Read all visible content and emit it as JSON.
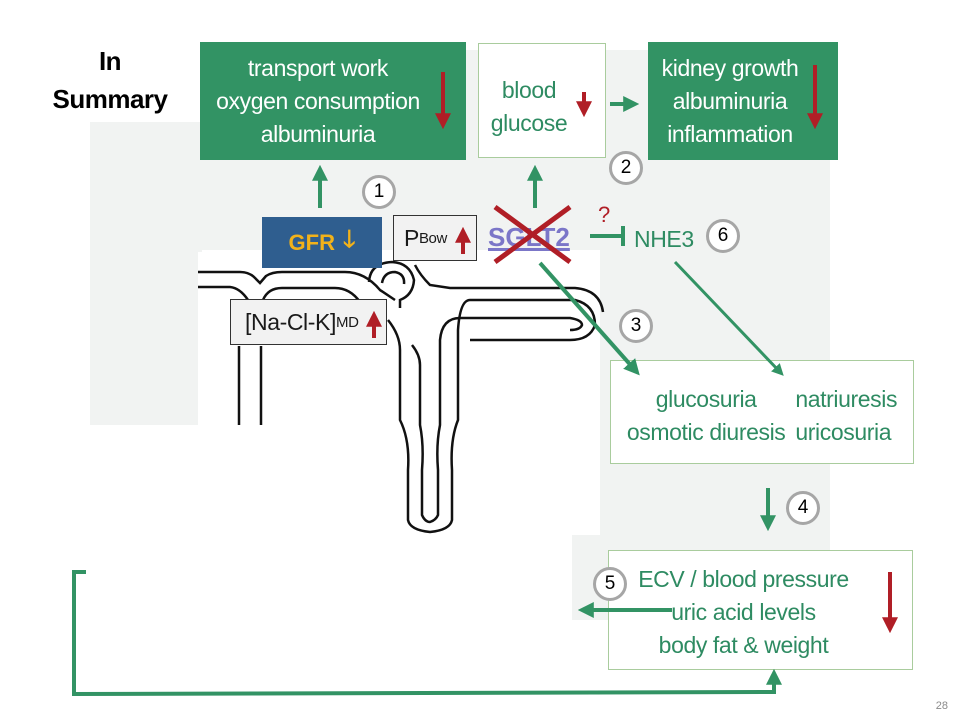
{
  "slide": {
    "title_line1": "In",
    "title_line2": "Summary",
    "page_number": "28"
  },
  "boxes": {
    "renal_effects": {
      "lines": [
        "transport work",
        "oxygen consumption",
        "albuminuria"
      ],
      "direction": "down"
    },
    "blood_glucose": {
      "lines": [
        "blood",
        "glucose"
      ],
      "direction": "down"
    },
    "kidney_effects": {
      "lines": [
        "kidney growth",
        "albuminuria",
        "inflammation"
      ],
      "direction": "down"
    },
    "urinary_effects": {
      "col1": [
        "glucosuria",
        "osmotic diuresis"
      ],
      "col2": [
        "natriuresis",
        "uricosuria"
      ]
    },
    "systemic_effects": {
      "lines": [
        "ECV / blood pressure",
        "uric acid levels",
        "body fat & weight"
      ],
      "direction": "down"
    }
  },
  "labels": {
    "gfr": "GFR",
    "gfr_direction": "down",
    "p_bow_main": "P",
    "p_bow_sub": "Bow",
    "p_bow_direction": "up",
    "na_cl_k_main": "[Na-Cl-K]",
    "na_cl_k_sub": "MD",
    "na_cl_k_direction": "up",
    "sglt2": "SGLT2",
    "sglt2_status": "inhibited",
    "nhe3": "NHE3",
    "question_mark": "?"
  },
  "steps": [
    "1",
    "2",
    "3",
    "4",
    "5",
    "6"
  ],
  "colors": {
    "green": "#329364",
    "red_arrow": "#b01e26",
    "gfr_blue": "#2f5e8f",
    "gfr_yellow": "#f2b21a",
    "sglt2_purple": "#7b76c8",
    "panel_gray": "#f1f3f2"
  }
}
